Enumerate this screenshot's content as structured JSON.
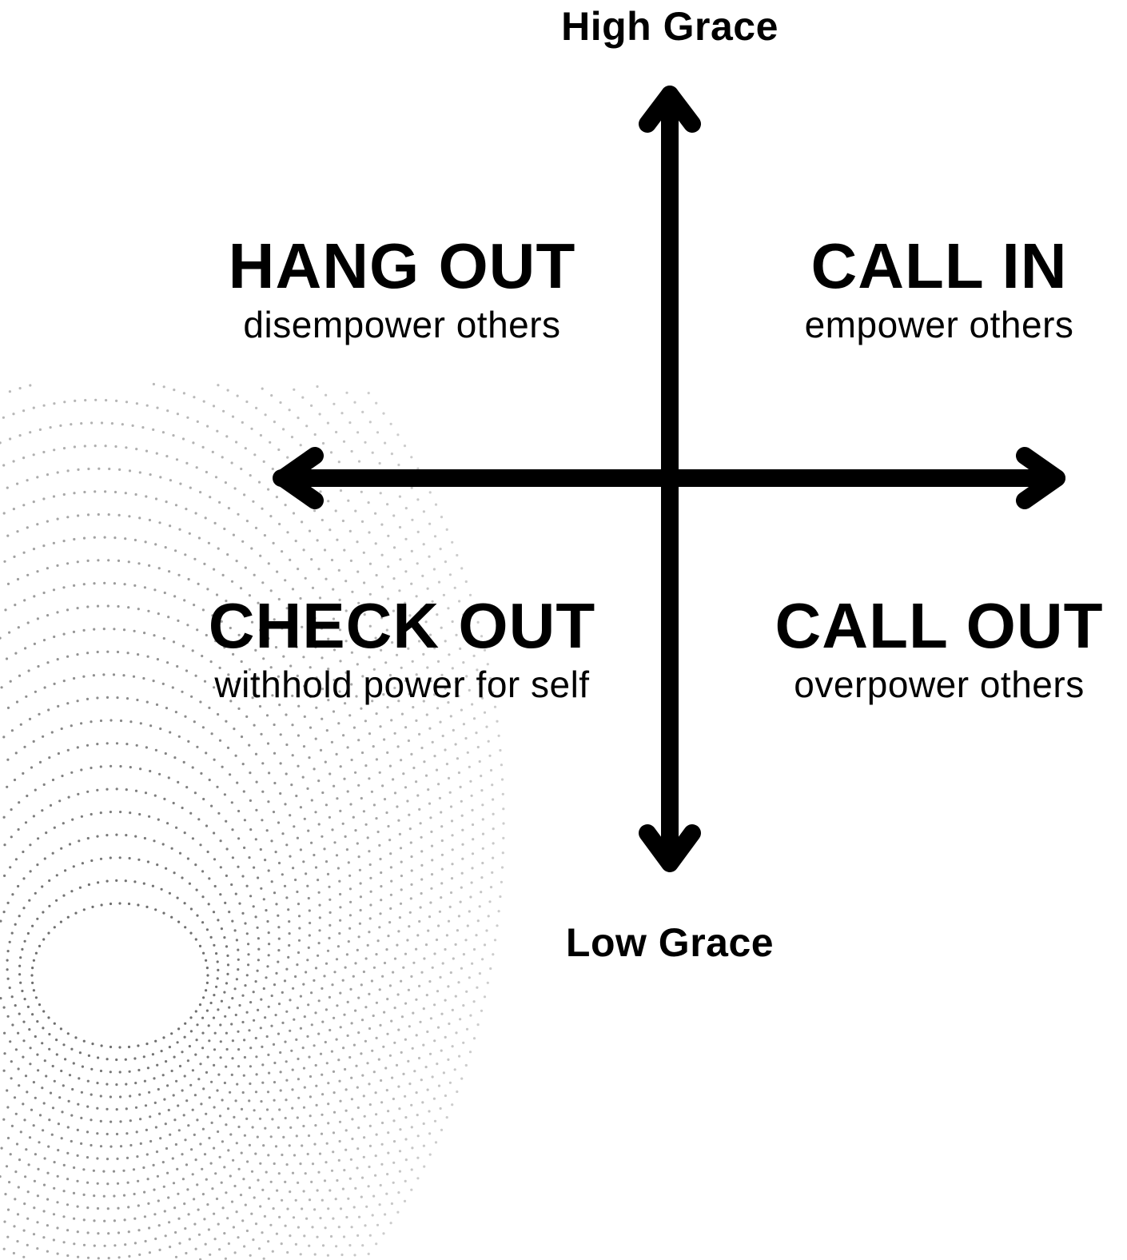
{
  "axes": {
    "top_label": "High Grace",
    "bottom_label": "Low Grace"
  },
  "quadrants": [
    {
      "id": "top-left",
      "title": "HANG OUT",
      "subtitle": "disempower others"
    },
    {
      "id": "top-right",
      "title": "CALL IN",
      "subtitle": "empower others"
    },
    {
      "id": "bottom-left",
      "title": "CHECK OUT",
      "subtitle": "withhold power for self"
    },
    {
      "id": "bottom-right",
      "title": "CALL OUT",
      "subtitle": "overpower others"
    }
  ],
  "colors": {
    "ink": "#000000",
    "background": "#ffffff",
    "dot_pattern": "#555555"
  }
}
